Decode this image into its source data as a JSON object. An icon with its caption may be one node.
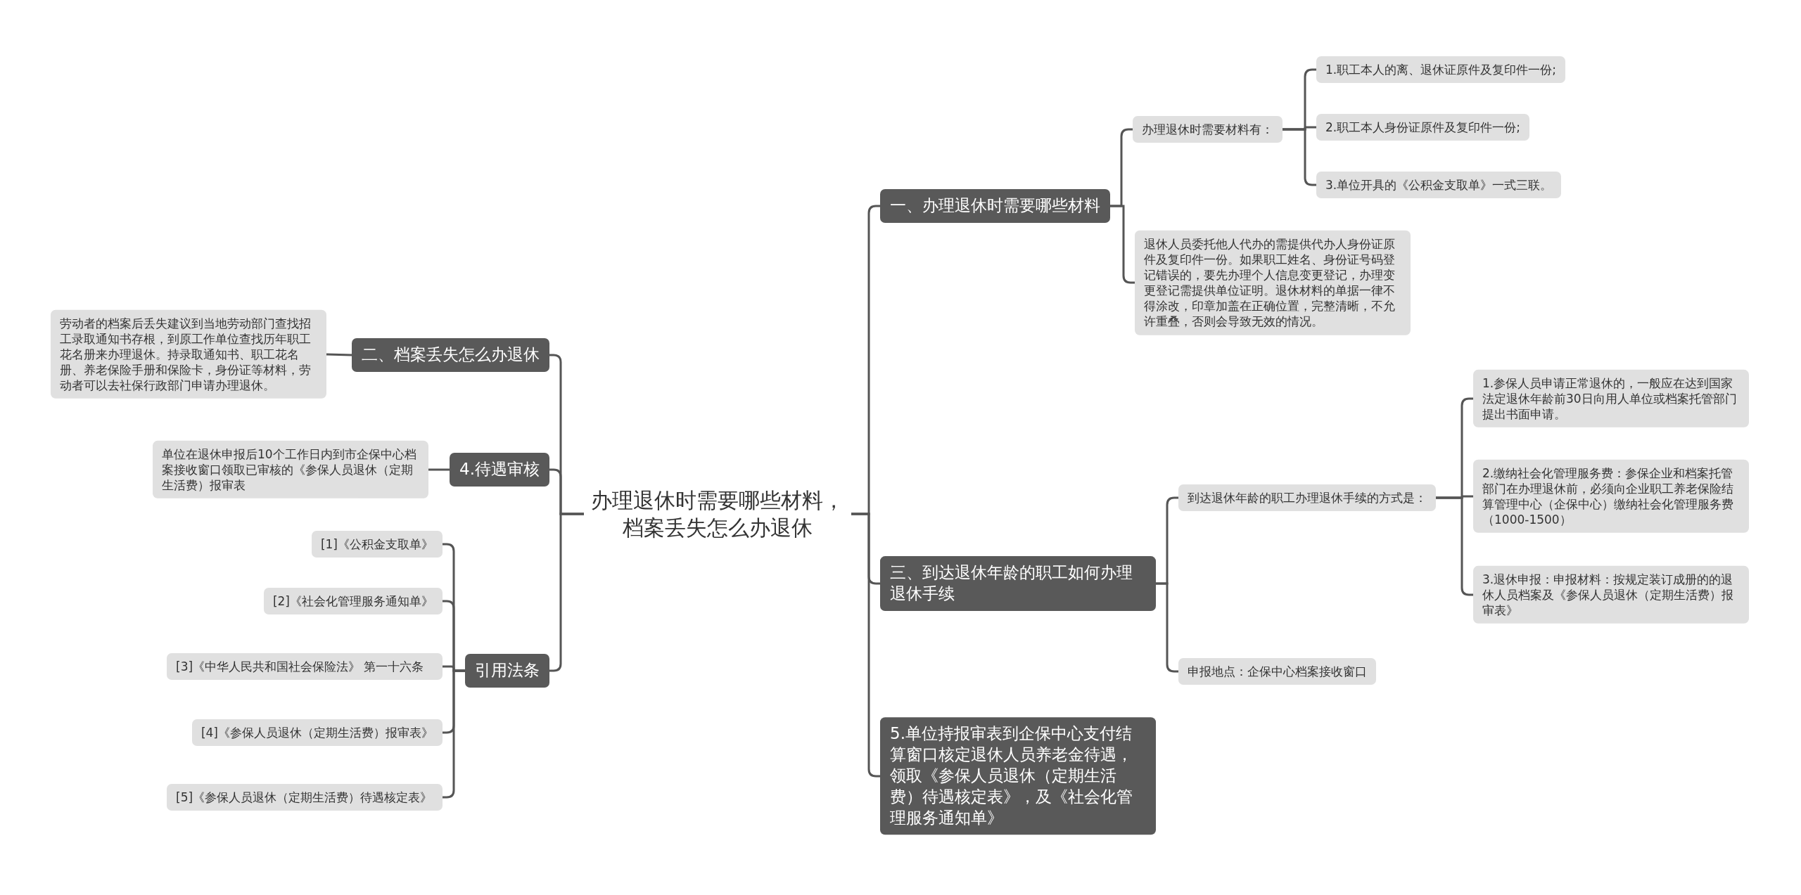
{
  "diagram": {
    "nodes": [
      {
        "text": [
          "办理退休时需要哪些材料，档案丢失怎么办退休"
        ]
      },
      {
        "text": [
          "一、办理退休时需要哪些材料"
        ]
      },
      {
        "text": [
          "办理退休时需要材料有："
        ]
      },
      {
        "text": [
          "1.职工本人的离、退休证原件及复印件一份;"
        ]
      },
      {
        "text": [
          "2.职工本人身份证原件及复印件一份;"
        ]
      },
      {
        "text": [
          "3.单位开具的《公积金支取单》一式三联。"
        ]
      },
      {
        "text": [
          "退休人员委托他人代办的需提供代办人身份证原件及复印件一份。如果职工姓名、身份证号码登记错误的，要先办理个人信息变更登记，办理变更登记需提供单位证明。退休材料的单据一律不得涂改，印章加盖在正确位置，完整清晰，不允许重叠，否则会导致无效的情况。"
        ]
      },
      {
        "text": [
          "三、到达退休年龄的职工如何办理退休手续"
        ]
      },
      {
        "text": [
          "到达退休年龄的职工办理退休手续的方式是："
        ]
      },
      {
        "text": [
          "1.参保人员申请正常退休的，一般应在达到国家法定退休年龄前30日向用人单位或档案托管部门提出书面申请。"
        ]
      },
      {
        "text": [
          "2.缴纳社会化管理服务费：参保企业和档案托管部门在办理退休前，必须向企业职工养老保险结算管理中心（企保中心）缴纳社会化管理服务费（1000-1500）"
        ]
      },
      {
        "text": [
          "3.退休申报：申报材料：按规定装订成册的的退休人员档案及《参保人员退休（定期生活费）报审表》"
        ]
      },
      {
        "text": [
          "申报地点：企保中心档案接收窗口"
        ]
      },
      {
        "text": [
          "5.单位持报审表到企保中心支付结算窗口核定退休人员养老金待遇，领取《参保人员退休（定期生活费）待遇核定表》，及《社会化管理服务通知单》"
        ]
      },
      {
        "text": [
          "二、档案丢失怎么办退休"
        ]
      },
      {
        "text": [
          "劳动者的档案后丢失建议到当地劳动部门查找招工录取通知书存根，到原工作单位查找历年职工花名册来办理退休。持录取通知书、职工花名册、养老保险手册和保险卡，身份证等材料，劳动者可以去社保行政部门申请办理退休。"
        ]
      },
      {
        "text": [
          "4.待遇审核"
        ]
      },
      {
        "text": [
          "单位在退休申报后10个工作日内到市企保中心档案接收窗口领取已审核的《参保人员退休（定期生活费）报审表"
        ]
      },
      {
        "text": [
          "引用法条"
        ]
      },
      {
        "text": [
          "[1]《公积金支取单》"
        ]
      },
      {
        "text": [
          "[2]《社会化管理服务通知单》"
        ]
      },
      {
        "text": [
          "[3]《中华人民共和国社会保险法》 第一十六条"
        ]
      },
      {
        "text": [
          "[4]《参保人员退休（定期生活费）报审表》"
        ]
      },
      {
        "text": [
          "[5]《参保人员退休（定期生活费）待遇核定表》"
        ]
      }
    ],
    "edges": [
      {
        "from": 0,
        "to": 1,
        "arrow": "none"
      },
      {
        "from": 0,
        "to": 7,
        "arrow": "none"
      },
      {
        "from": 0,
        "to": 13,
        "arrow": "none"
      },
      {
        "from": 0,
        "to": 14,
        "arrow": "none"
      },
      {
        "from": 0,
        "to": 16,
        "arrow": "none"
      },
      {
        "from": 0,
        "to": 18,
        "arrow": "none"
      },
      {
        "from": 1,
        "to": 2,
        "arrow": "none"
      },
      {
        "from": 1,
        "to": 6,
        "arrow": "none"
      },
      {
        "from": 2,
        "to": 3,
        "arrow": "none"
      },
      {
        "from": 2,
        "to": 4,
        "arrow": "none"
      },
      {
        "from": 2,
        "to": 5,
        "arrow": "none"
      },
      {
        "from": 7,
        "to": 8,
        "arrow": "none"
      },
      {
        "from": 7,
        "to": 12,
        "arrow": "none"
      },
      {
        "from": 8,
        "to": 9,
        "arrow": "none"
      },
      {
        "from": 8,
        "to": 10,
        "arrow": "none"
      },
      {
        "from": 8,
        "to": 11,
        "arrow": "none"
      },
      {
        "from": 14,
        "to": 15,
        "arrow": "none"
      },
      {
        "from": 16,
        "to": 17,
        "arrow": "none"
      },
      {
        "from": 18,
        "to": 19,
        "arrow": "none"
      },
      {
        "from": 18,
        "to": 20,
        "arrow": "none"
      },
      {
        "from": 18,
        "to": 21,
        "arrow": "none"
      },
      {
        "from": 18,
        "to": 22,
        "arrow": "none"
      },
      {
        "from": 18,
        "to": 23,
        "arrow": "none"
      }
    ]
  }
}
